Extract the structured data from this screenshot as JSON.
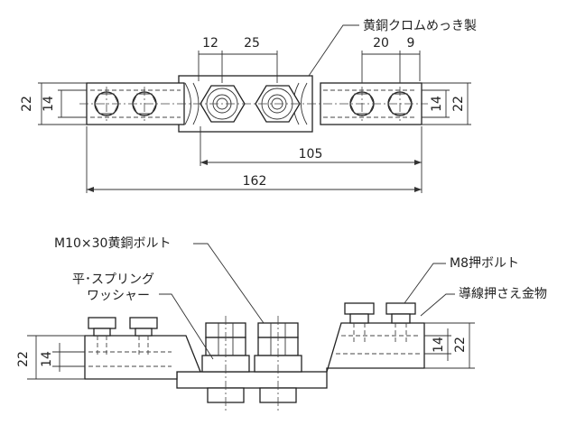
{
  "callouts": {
    "material": "黄銅クロムめっき製",
    "m10_bolt": "M10×30黄銅ボルト",
    "m8_bolt": "M8押ボルト",
    "washer_line1": "平･スプリング",
    "washer_line2": "ワッシャー",
    "conductor_clamp": "導線押さえ金物"
  },
  "dimensions": {
    "top_left_pitch_a": "12",
    "top_left_pitch_b": "25",
    "top_right_pitch_a": "20",
    "top_right_pitch_b": "9",
    "top_height_left_outer": "22",
    "top_height_left_inner": "14",
    "top_height_right_inner": "14",
    "top_height_right_outer": "22",
    "bolt_span": "105",
    "overall_length": "162",
    "side_height_left_outer": "22",
    "side_height_left_inner": "14",
    "side_height_right_inner": "14",
    "side_height_right_outer": "22"
  }
}
